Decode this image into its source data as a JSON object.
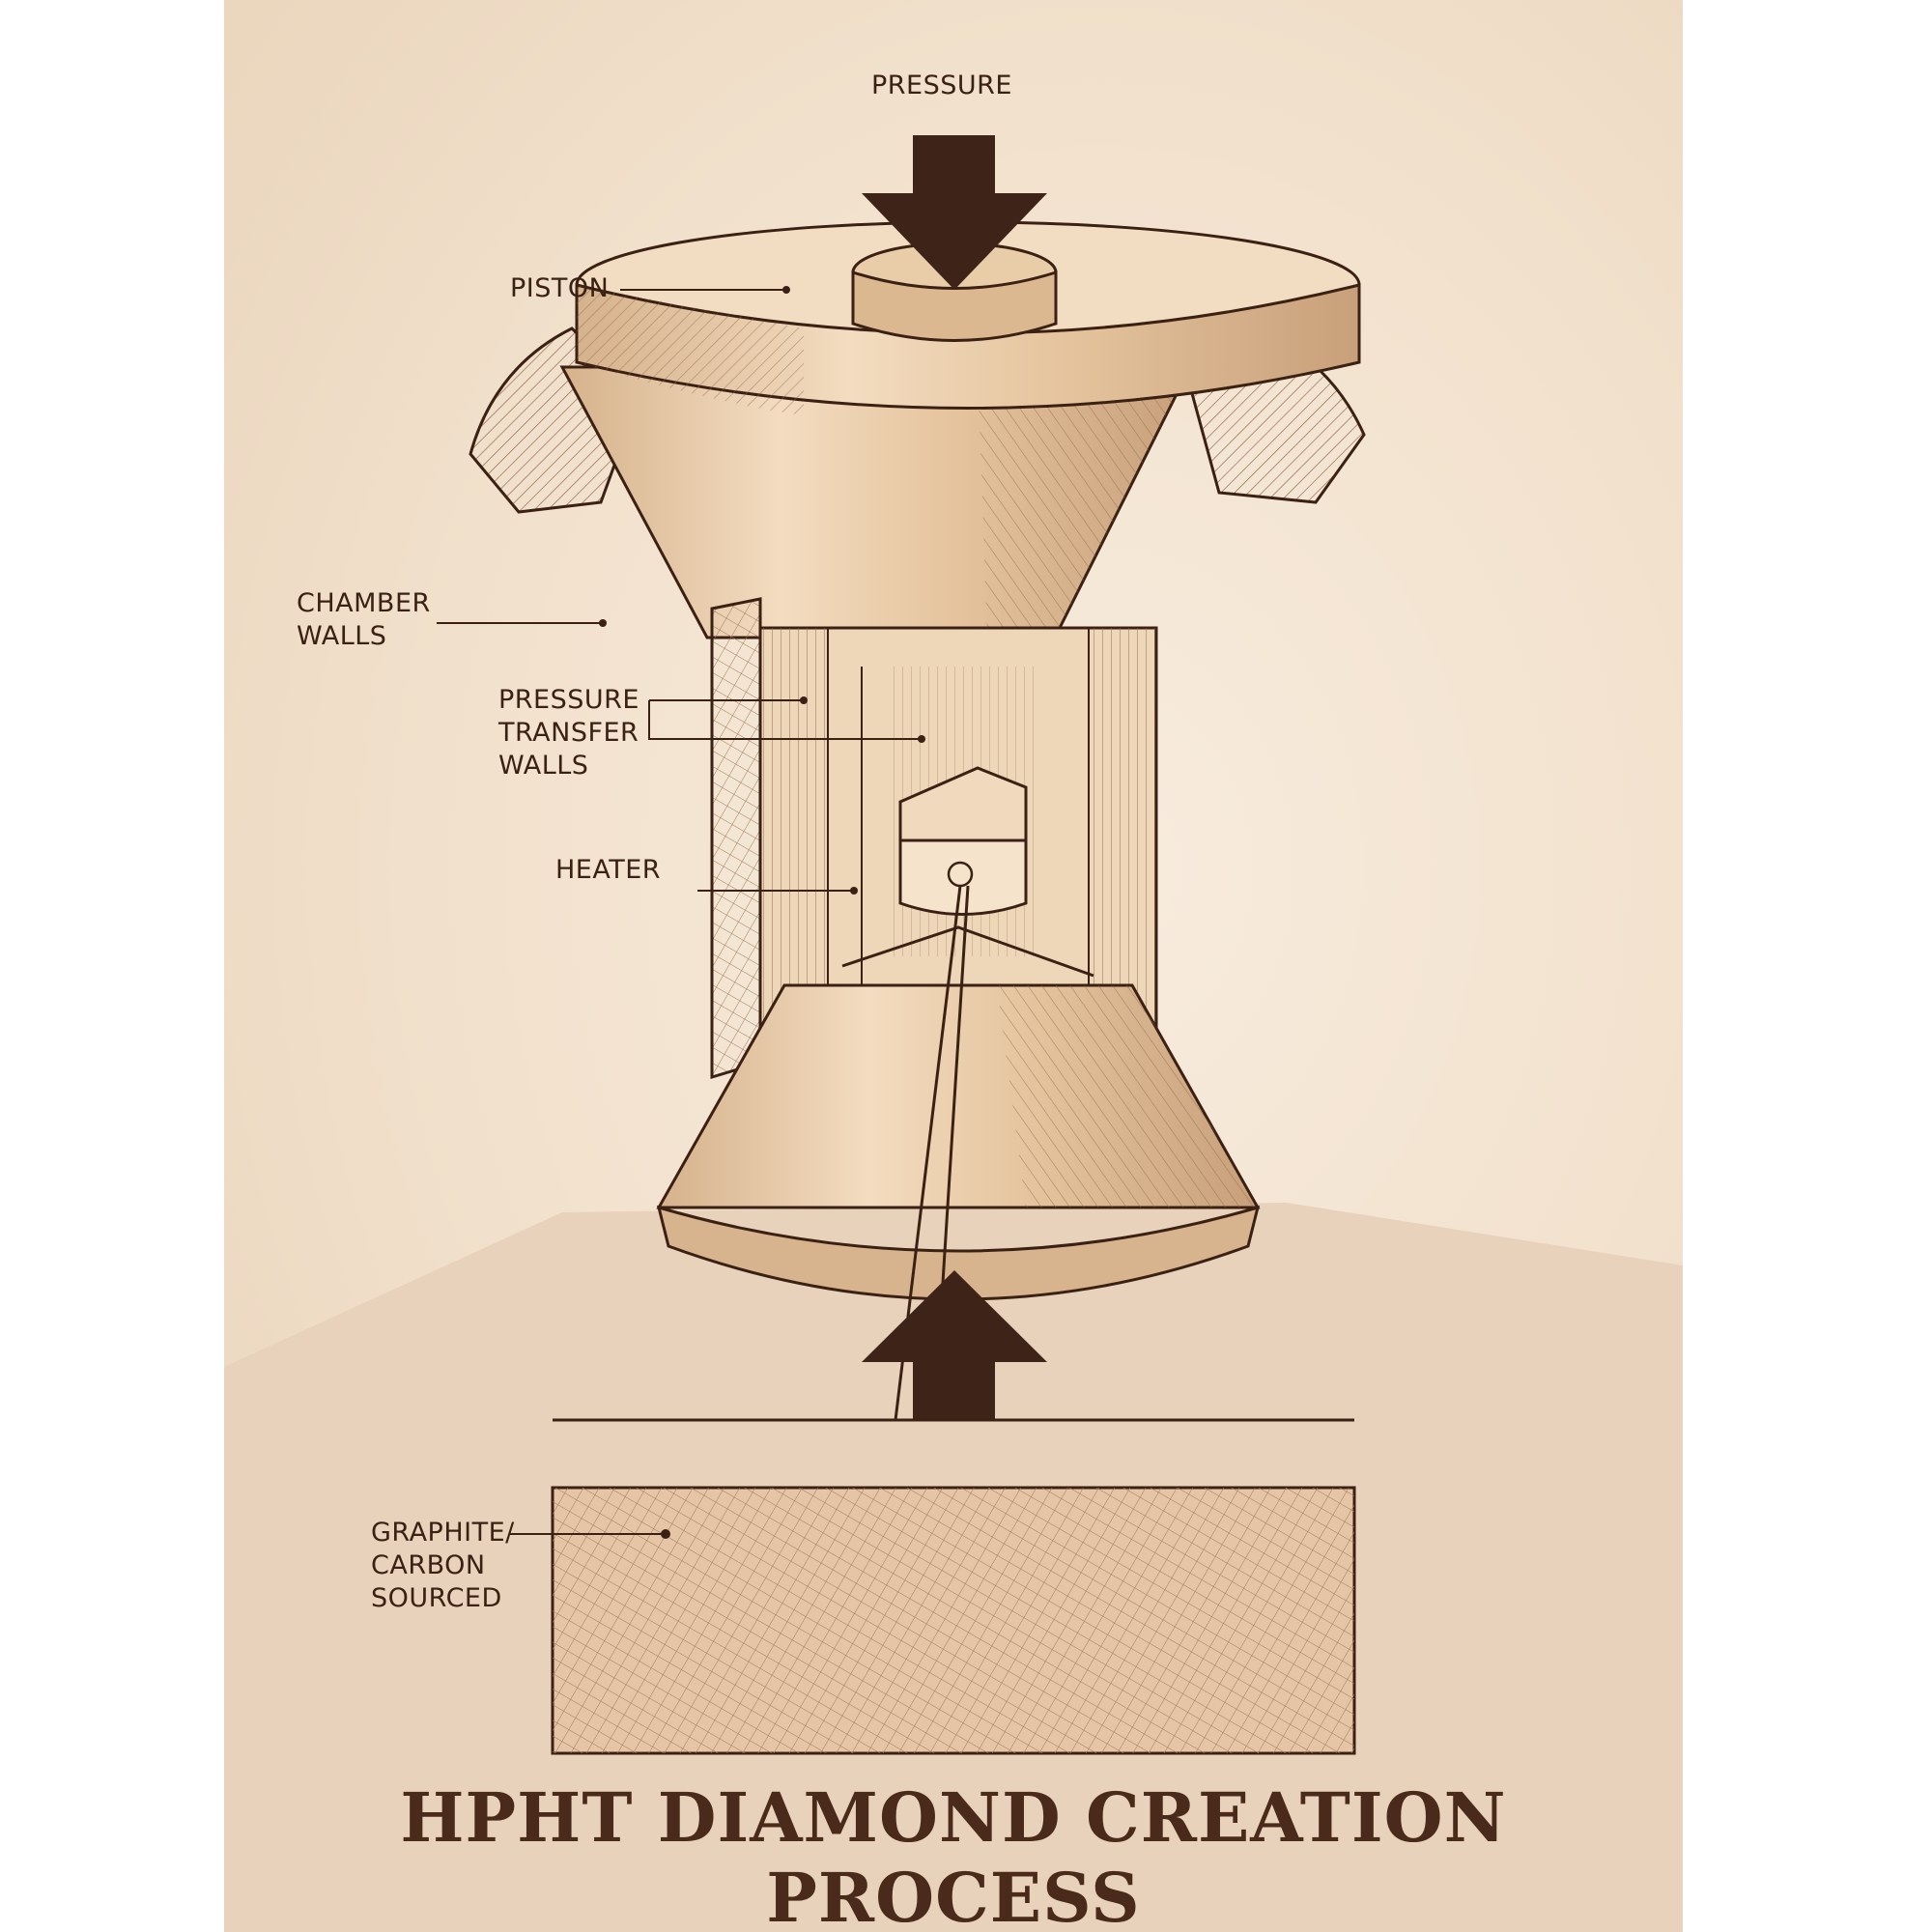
{
  "labels": {
    "pressure": "PRESSURE",
    "piston": "PISTON",
    "chamber_walls": [
      "CHAMBER",
      "WALLS"
    ],
    "pressure_transfer_walls": [
      "PRESSURE",
      "TRANSFER",
      "WALLS"
    ],
    "heater": "HEATER",
    "graphite_source": [
      "GRAPHITE/",
      "CARBON",
      "SOURCED"
    ]
  },
  "title": "HPHT DIAMOND CREATION PROCESS",
  "colors": {
    "ink": "#3b2114",
    "arrow": "#3e2418",
    "paper": "#f3e4d1",
    "body": "#ecd3b0"
  }
}
